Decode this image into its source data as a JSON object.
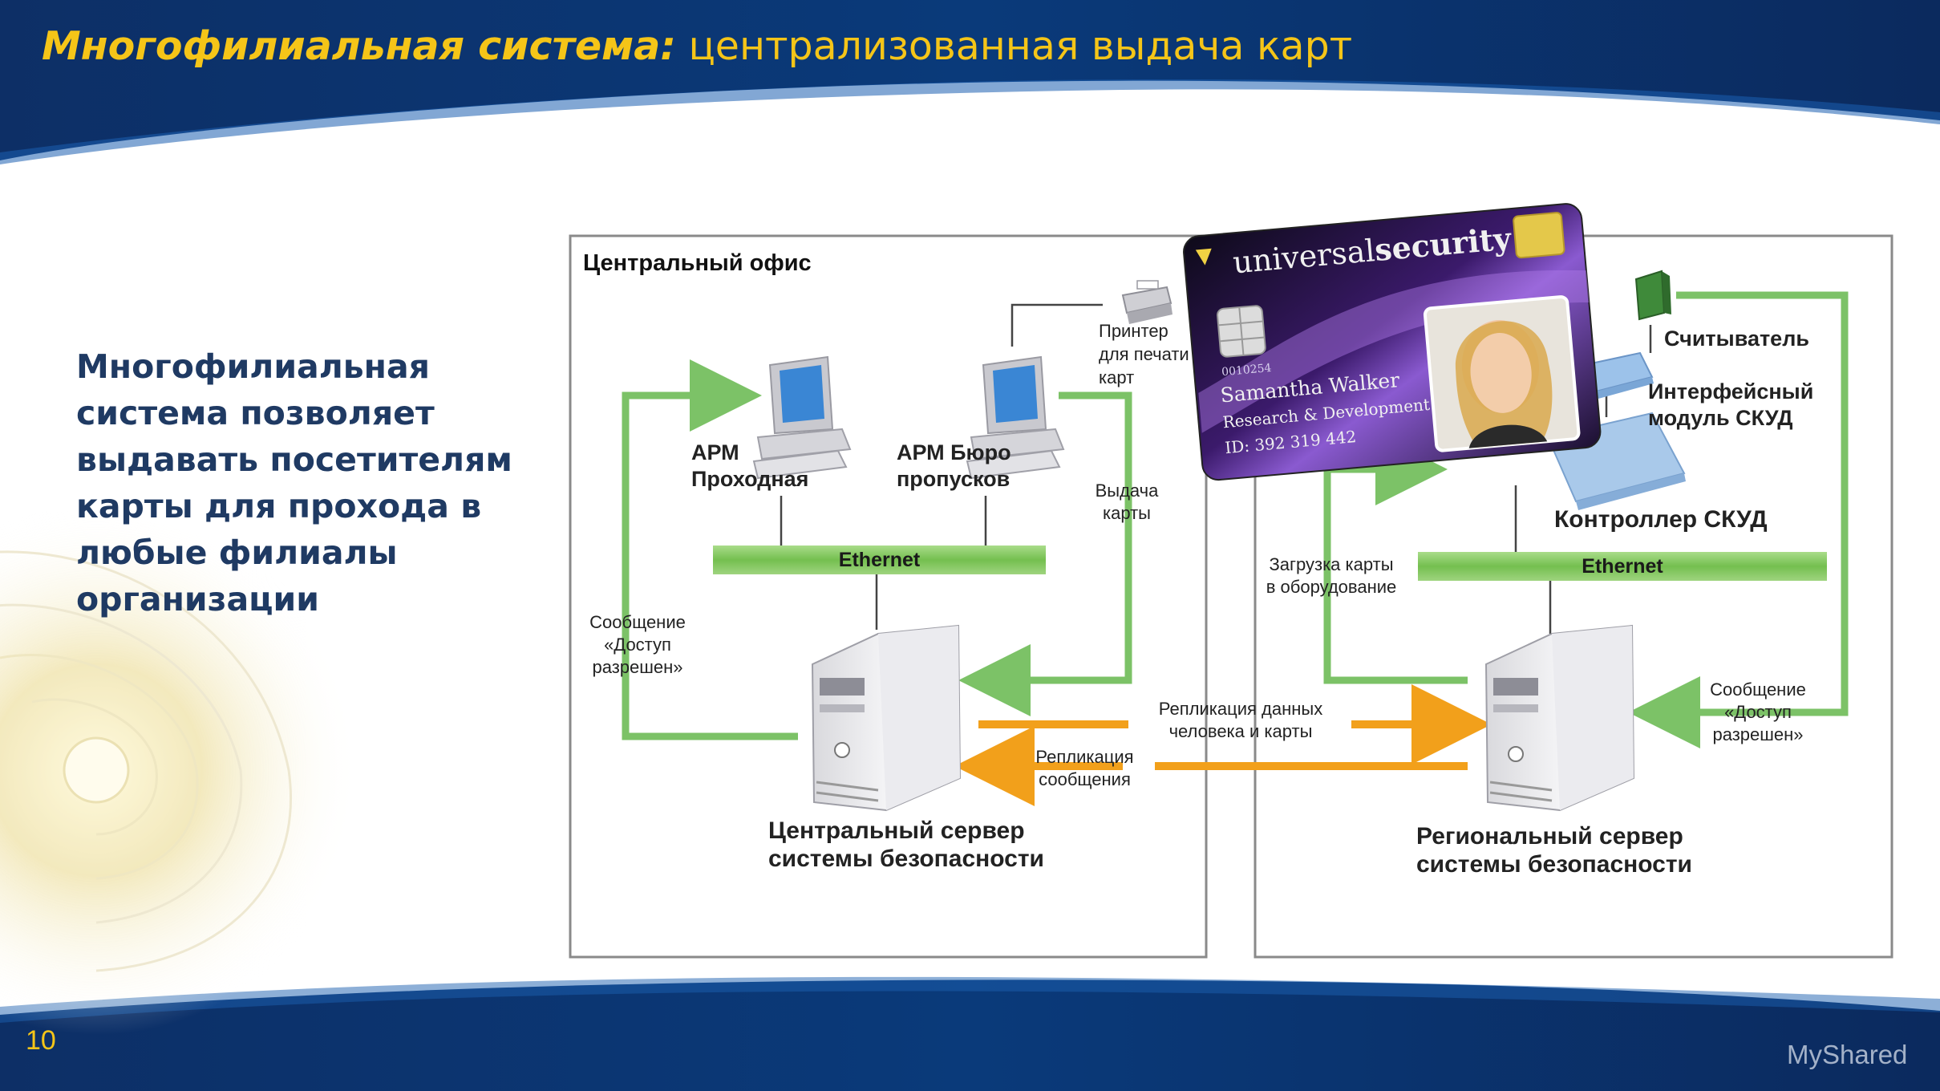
{
  "slide": {
    "title_bold": "Многофилиальная система:",
    "title_rest": "централизованная выдача карт",
    "lead_text": "Многофилиальная система позволяет выдавать посетителям карты для прохода в любые филиалы организации",
    "page_number": "10"
  },
  "diagram": {
    "central_office_title": "Центральный офис",
    "printer_label": "Принтер для печати карт",
    "arm_pass_label": "АРМ Проходная",
    "arm_bureau_label": "АРМ Бюро пропусков",
    "ethernet_left": "Ethernet",
    "ethernet_right": "Ethernet",
    "issue_card_label": "Выдача карты",
    "msg_access_left": "Сообщение «Доступ разрешен»",
    "msg_access_right": "Сообщение «Доступ разрешен»",
    "central_server_label": "Центральный сервер системы безопасности",
    "regional_server_label": "Региональный сервер системы безопасности",
    "replication_data_label": "Репликация данных человека и карты",
    "replication_msg_label": "Репликация сообщения",
    "load_card_label": "Загрузка карты в оборудование",
    "reader_label": "Считыватель",
    "interface_module_label": "Интерфейсный модуль СКУД",
    "controller_label": "Контроллер СКУД"
  },
  "card": {
    "brand_regular": "universal",
    "brand_bold": "security",
    "number": "0010254",
    "holder_name": "Samantha Walker",
    "department": "Research & Development",
    "id_text": "ID: 392 319 442"
  },
  "watermark": "MyShared",
  "colors": {
    "green": "#7cc267",
    "orange": "#f2a01b",
    "navy": "#0b2a5e",
    "gold": "#f5c518"
  }
}
